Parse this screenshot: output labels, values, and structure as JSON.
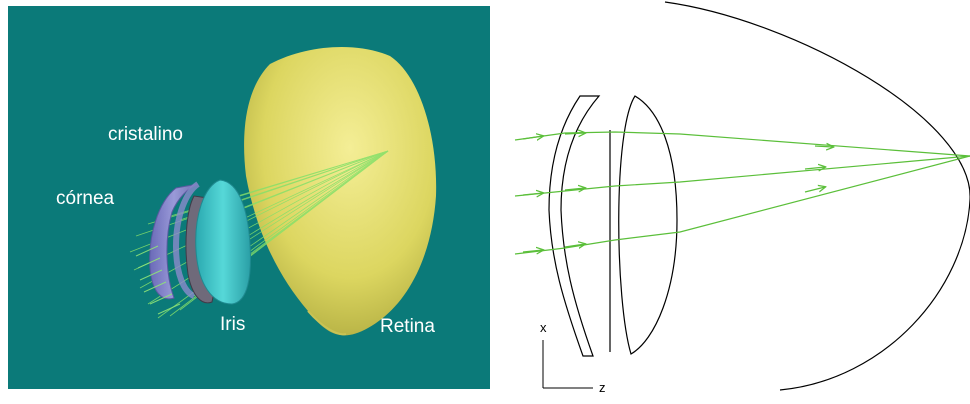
{
  "left_panel": {
    "labels": {
      "lens": "cristalino",
      "cornea": "córnea",
      "iris": "Iris",
      "retina": "Retina"
    },
    "colors": {
      "background": "#0b7a79",
      "retina": "#e6e070",
      "lens": "#4fd0d0",
      "cornea": "#7f7fc8",
      "rays": "#7fe06a"
    }
  },
  "right_panel": {
    "axis": {
      "x": "x",
      "z": "z"
    },
    "colors": {
      "rays": "#5bbf3a",
      "outline": "#000000"
    }
  }
}
